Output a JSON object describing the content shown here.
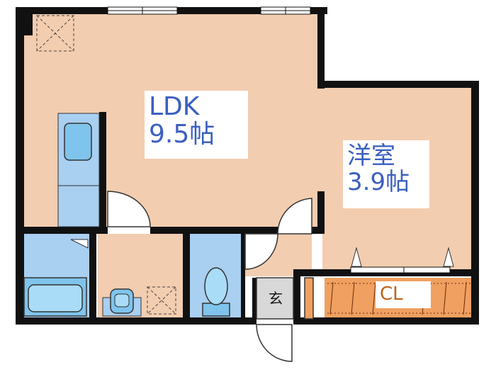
{
  "rooms": {
    "ldk": {
      "name": "LDK",
      "size": "9.5帖"
    },
    "yoshitsu": {
      "name": "洋室",
      "size": "3.9帖"
    },
    "closet": {
      "name": "CL"
    },
    "genkan": {
      "name": "玄"
    }
  },
  "colors": {
    "floor": "#f3cdb0",
    "wall": "#111111",
    "fixture": "#a9cff1",
    "fixture_dark": "#6fb8e6",
    "closet": "#f0a060",
    "genkan_floor": "#d8d8d8",
    "label_text": "#3a5fbf",
    "closet_text": "#c0621b"
  }
}
